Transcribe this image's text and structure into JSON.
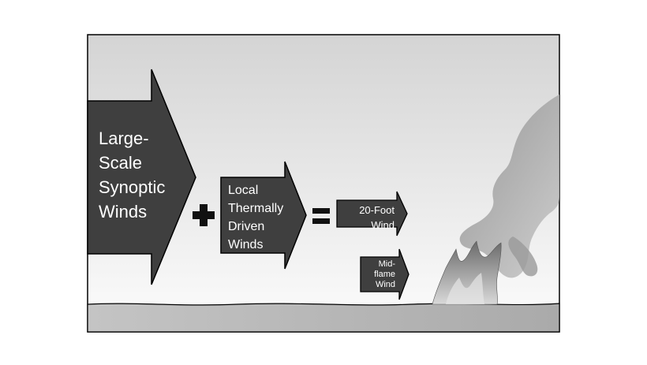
{
  "diagram": {
    "arrows": {
      "synoptic": {
        "lines": [
          "Large-",
          "Scale",
          "Synoptic",
          "Winds"
        ]
      },
      "local": {
        "lines": [
          "Local",
          "Thermally",
          "Driven",
          "Winds"
        ]
      },
      "twenty_foot": {
        "lines": [
          "20-Foot",
          "Wind"
        ]
      },
      "midflame": {
        "lines": [
          "Mid-",
          "flame",
          "Wind"
        ]
      }
    },
    "operators": {
      "plus": "+",
      "equals": "="
    }
  },
  "colors": {
    "arrow_fill": "#3f3f3f",
    "arrow_outline": "#000000",
    "sky_top": "#d6d6d6",
    "sky_bottom": "#fdfdfd",
    "ground": "#b8b8b8",
    "operator": "#111111"
  }
}
